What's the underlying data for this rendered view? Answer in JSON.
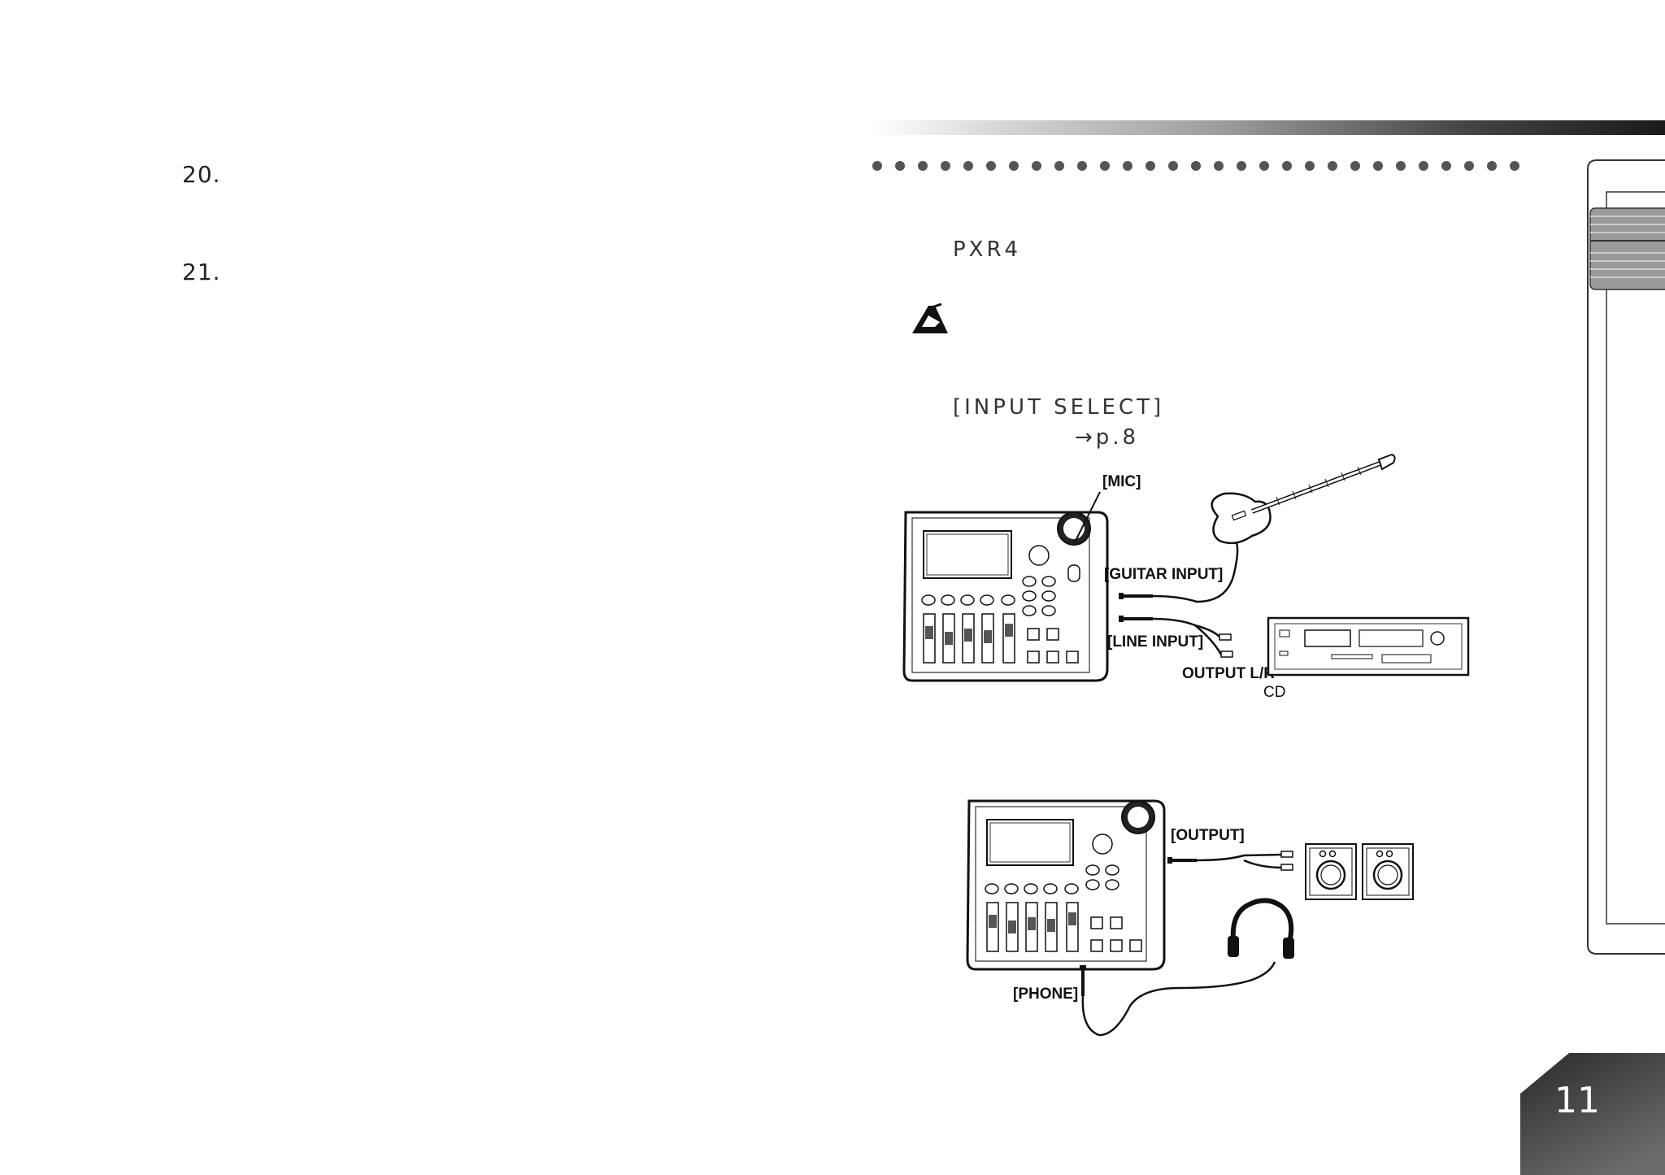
{
  "left_column": {
    "item_20": "20.",
    "item_21": "21."
  },
  "right_column": {
    "device_name": "PXR4",
    "input_select": "[INPUT SELECT]",
    "page_ref": "→p.8"
  },
  "diagram1": {
    "mic_label": "[MIC]",
    "guitar_input_label": "[GUITAR INPUT]",
    "line_input_label": "[LINE INPUT]",
    "output_lr_label": "OUTPUT L/R",
    "cd_label": "CD"
  },
  "diagram2": {
    "output_label": "[OUTPUT]",
    "phone_label": "[PHONE]"
  },
  "footer": {
    "page_number": "11"
  }
}
